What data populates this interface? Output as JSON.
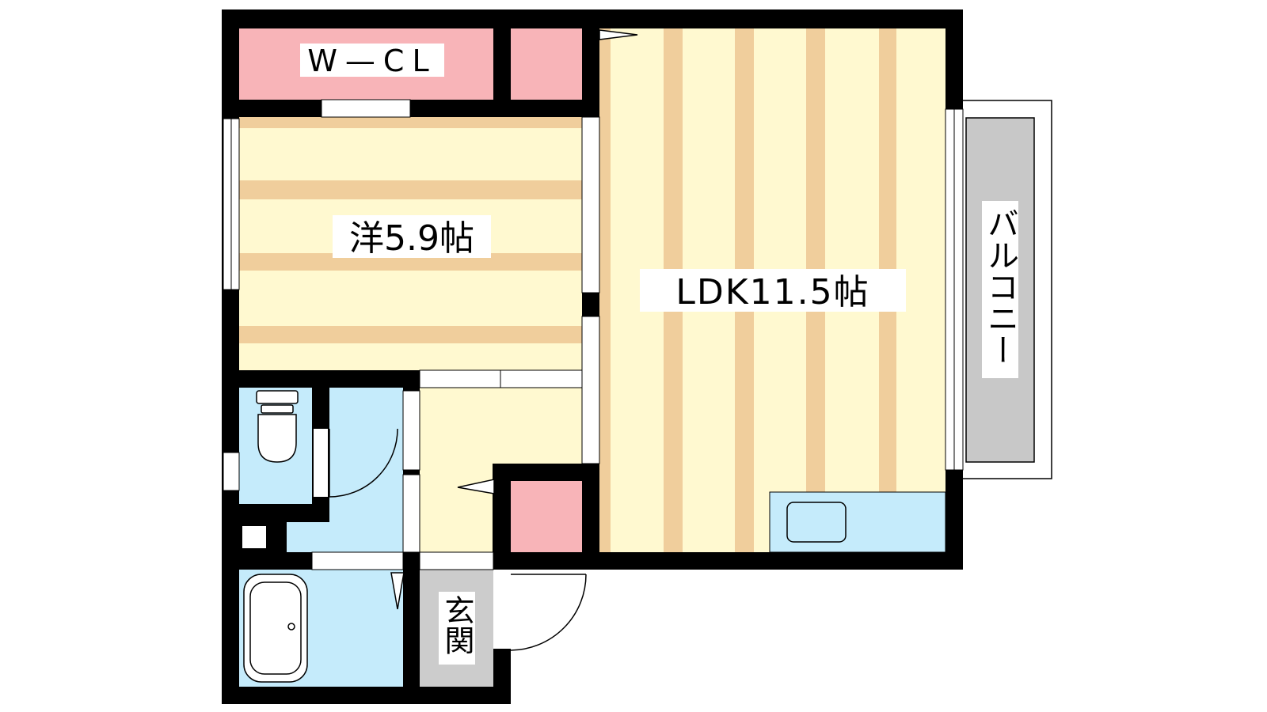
{
  "labels": {
    "wcl": "W—CL",
    "western_room": "洋5.9帖",
    "ldk": "LDK11.5帖",
    "balcony": "バルコニー",
    "entrance": "玄関"
  },
  "colors": {
    "wall": "#000000",
    "floor_light": "#FFF9D0",
    "floor_stripe": "#F0CE9C",
    "closet": "#F8B4B8",
    "wet_area": "#C5EBFB",
    "entrance_floor": "#CCCCCC",
    "balcony_floor": "#C8C8C8",
    "fixture_stroke": "#000000"
  }
}
